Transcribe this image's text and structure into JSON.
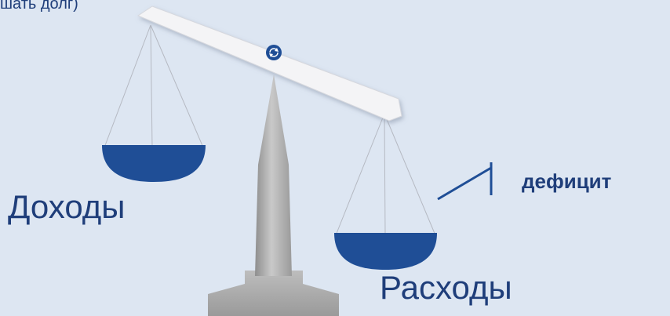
{
  "texts": {
    "top_partial": "шать долг)",
    "income": "Доходы",
    "expense": "Расходы",
    "deficit": "дефицит"
  },
  "colors": {
    "background": "#dde6f2",
    "pan": "#1f4e96",
    "text": "#1f3e7a",
    "beam": "#f4f4f6",
    "stand": "#a8a8a8"
  },
  "icons": {
    "pivot": "refresh-icon"
  }
}
